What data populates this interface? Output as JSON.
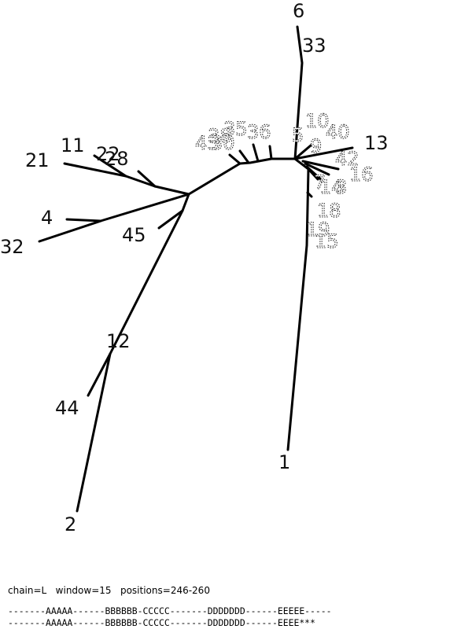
{
  "tree": {
    "labels": [
      {
        "text": "6",
        "style": "solid"
      },
      {
        "text": "33",
        "style": "solid"
      },
      {
        "text": "10",
        "style": "dotted"
      },
      {
        "text": "40",
        "style": "dotted"
      },
      {
        "text": "5",
        "style": "dotted"
      },
      {
        "text": "9",
        "style": "dotted"
      },
      {
        "text": "13",
        "style": "solid"
      },
      {
        "text": "42",
        "style": "dotted"
      },
      {
        "text": "16",
        "style": "dotted"
      },
      {
        "text": "7",
        "style": "dotted"
      },
      {
        "text": "14",
        "style": "dotted"
      },
      {
        "text": "3",
        "style": "dotted"
      },
      {
        "text": "18",
        "style": "dotted"
      },
      {
        "text": "19",
        "style": "dotted"
      },
      {
        "text": "15",
        "style": "dotted"
      },
      {
        "text": "1",
        "style": "solid"
      },
      {
        "text": "35",
        "style": "dotted"
      },
      {
        "text": "36",
        "style": "dotted"
      },
      {
        "text": "38",
        "style": "dotted"
      },
      {
        "text": "30",
        "style": "dotted"
      },
      {
        "text": "43",
        "style": "dotted"
      },
      {
        "text": "11",
        "style": "solid"
      },
      {
        "text": "22",
        "style": "solid"
      },
      {
        "text": "28",
        "style": "solid"
      },
      {
        "text": "21",
        "style": "solid"
      },
      {
        "text": "4",
        "style": "solid"
      },
      {
        "text": "32",
        "style": "solid"
      },
      {
        "text": "45",
        "style": "solid"
      },
      {
        "text": "12",
        "style": "solid"
      },
      {
        "text": "44",
        "style": "solid"
      },
      {
        "text": "2",
        "style": "solid"
      }
    ]
  },
  "footer": {
    "info": "chain=L   window=15   positions=246-260",
    "seq1": "-------AAAAA------BBBBBB-CCCCC-------DDDDDDD------EEEEE-----",
    "seq2": "-------AAAAA------BBBBBB-CCCCC-------DDDDDDD------EEEE***"
  }
}
